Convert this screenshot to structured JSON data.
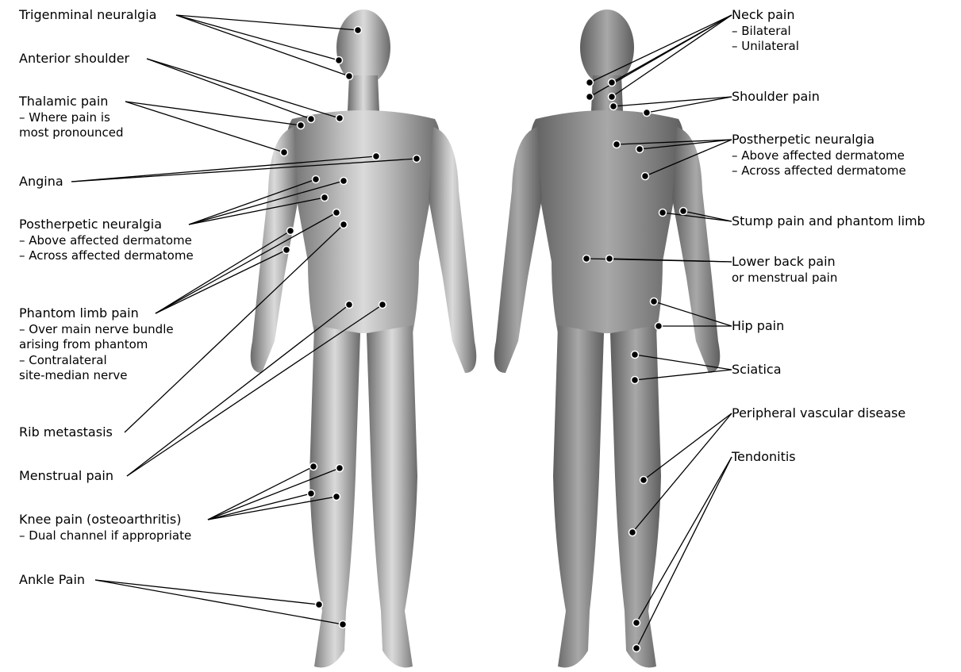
{
  "colors": {
    "body_light": "#dadada",
    "body_dark": "#6a6a6a",
    "line": "#000000",
    "background": "#ffffff"
  },
  "labels_left": [
    {
      "id": "trigeminal",
      "title": "Trigenminal neuralgia",
      "subs": []
    },
    {
      "id": "anterior-shoulder",
      "title": "Anterior shoulder",
      "subs": []
    },
    {
      "id": "thalamic",
      "title": "Thalamic pain",
      "subs": [
        "– Where pain is",
        "most pronounced"
      ]
    },
    {
      "id": "angina",
      "title": "Angina",
      "subs": []
    },
    {
      "id": "postherpetic-front",
      "title": "Postherpetic neuralgia",
      "subs": [
        "– Above affected dermatome",
        "– Across affected dermatome"
      ]
    },
    {
      "id": "phantom",
      "title": "Phantom limb pain",
      "subs": [
        "– Over main nerve bundle",
        "arising from phantom",
        "– Contralateral",
        "site-median nerve"
      ]
    },
    {
      "id": "rib",
      "title": "Rib metastasis",
      "subs": []
    },
    {
      "id": "menstrual",
      "title": "Menstrual pain",
      "subs": []
    },
    {
      "id": "knee",
      "title": "Knee pain (osteoarthritis)",
      "subs": [
        "– Dual channel if appropriate"
      ]
    },
    {
      "id": "ankle",
      "title": "Ankle Pain",
      "subs": []
    }
  ],
  "labels_right": [
    {
      "id": "neck",
      "title": "Neck pain",
      "subs": [
        "– Bilateral",
        "– Unilateral"
      ]
    },
    {
      "id": "shoulder",
      "title": "Shoulder pain",
      "subs": []
    },
    {
      "id": "postherpetic-back",
      "title": "Postherpetic neuralgia",
      "subs": [
        "– Above affected dermatome",
        "– Across affected dermatome"
      ]
    },
    {
      "id": "stump",
      "title": "Stump pain and phantom limb",
      "subs": []
    },
    {
      "id": "lower-back",
      "title": "Lower back pain",
      "subs": [
        "or menstrual pain"
      ]
    },
    {
      "id": "hip",
      "title": "Hip pain",
      "subs": []
    },
    {
      "id": "sciatica",
      "title": "Sciatica",
      "subs": []
    },
    {
      "id": "pvd",
      "title": "Peripheral vascular disease",
      "subs": []
    },
    {
      "id": "tendonitis",
      "title": "Tendonitis",
      "subs": []
    }
  ]
}
